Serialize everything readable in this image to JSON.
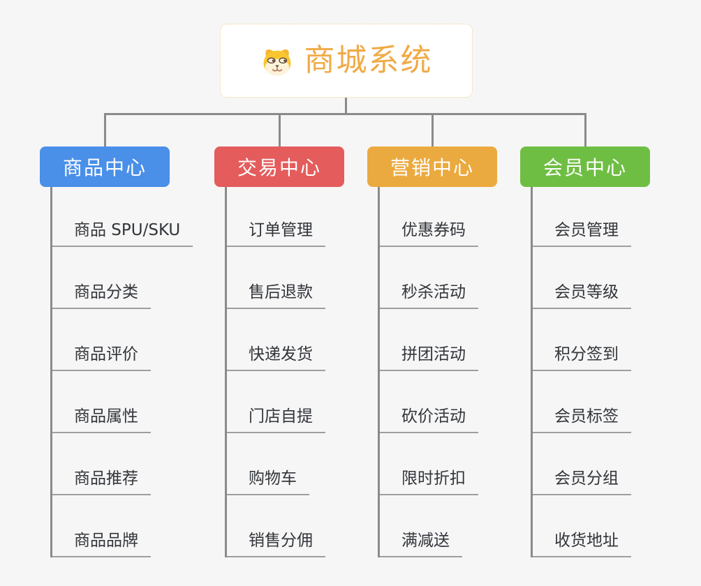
{
  "canvas": {
    "background": "#f6f6f6",
    "connector_color": "#8a8a8a",
    "underline_color": "#9e9e9e"
  },
  "root": {
    "title": "商城系统",
    "icon": "dog-face-icon",
    "text_color": "#f0aa46",
    "border_color": "#f0cd92"
  },
  "branches": [
    {
      "label": "商品中心",
      "color": "#4a8fe8",
      "children": [
        "商品 SPU/SKU",
        "商品分类",
        "商品评价",
        "商品属性",
        "商品推荐",
        "商品品牌"
      ]
    },
    {
      "label": "交易中心",
      "color": "#e45c5c",
      "children": [
        "订单管理",
        "售后退款",
        "快递发货",
        "门店自提",
        "购物车",
        "销售分佣"
      ]
    },
    {
      "label": "营销中心",
      "color": "#ebaa3f",
      "children": [
        "优惠券码",
        "秒杀活动",
        "拼团活动",
        "砍价活动",
        "限时折扣",
        "满减送"
      ]
    },
    {
      "label": "会员中心",
      "color": "#6fbe44",
      "children": [
        "会员管理",
        "会员等级",
        "积分签到",
        "会员标签",
        "会员分组",
        "收货地址"
      ]
    }
  ]
}
